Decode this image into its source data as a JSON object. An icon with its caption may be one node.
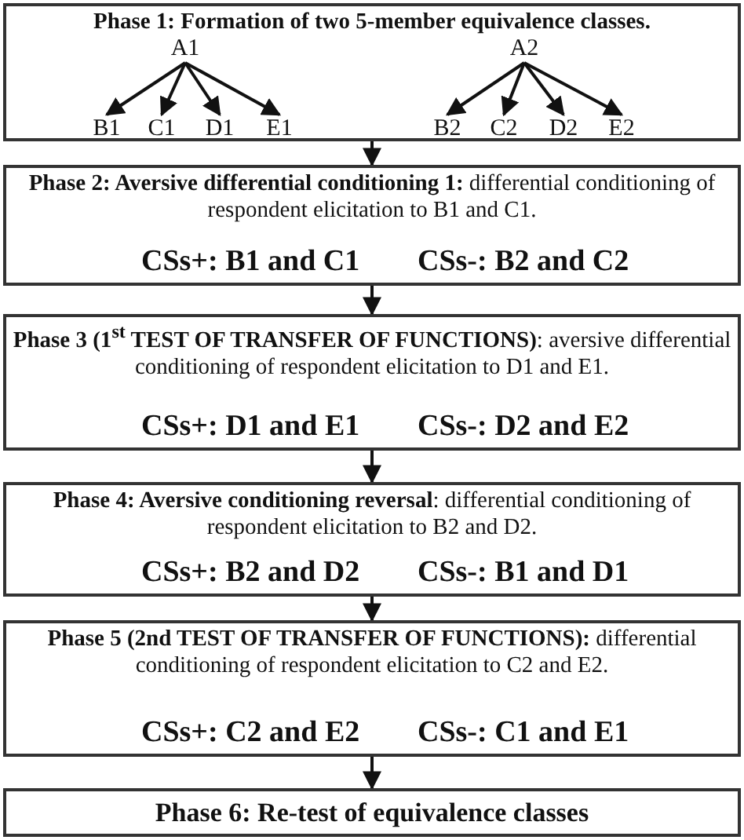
{
  "diagram": {
    "nodes": [
      {
        "text": [
          "Phase 1: Formation of two 5-member equivalence classes."
        ]
      },
      {
        "text": [
          "A1"
        ],
        "in": 0
      },
      {
        "text": [
          "B1"
        ],
        "in": 0
      },
      {
        "text": [
          "C1"
        ],
        "in": 0
      },
      {
        "text": [
          "D1"
        ],
        "in": 0
      },
      {
        "text": [
          "E1"
        ],
        "in": 0
      },
      {
        "text": [
          "A2"
        ],
        "in": 0
      },
      {
        "text": [
          "B2"
        ],
        "in": 0
      },
      {
        "text": [
          "C2"
        ],
        "in": 0
      },
      {
        "text": [
          "D2"
        ],
        "in": 0
      },
      {
        "text": [
          "E2"
        ],
        "in": 0
      },
      {
        "text": [
          "**Phase 2: Aversive differential conditioning 1:** differential conditioning of respondent elicitation to B1 and C1.",
          "CSs+: B1 and C1",
          "CSs-: B2 and C2"
        ]
      },
      {
        "text": [
          "**Phase 3 (1$^{st}$ TEST OF TRANSFER OF FUNCTIONS)**: aversive differential conditioning of respondent elicitation to D1 and E1.",
          "CSs+: D1 and E1",
          "CSs-: D2 and E2"
        ]
      },
      {
        "text": [
          "**Phase 4: Aversive conditioning reversal**: differential conditioning of respondent elicitation to B2 and D2.",
          "CSs+: B2 and D2",
          "CSs-: B1 and D1"
        ]
      },
      {
        "text": [
          "**Phase 5 (2nd TEST OF TRANSFER OF FUNCTIONS):** differential conditioning of respondent elicitation to C2 and E2.",
          "CSs+: C2 and E2",
          "CSs-: C1 and E1"
        ]
      },
      {
        "text": [
          "Phase 6: Re-test of equivalence classes"
        ]
      }
    ],
    "edges": [
      {
        "from": 1,
        "to": 2,
        "arrow": "to"
      },
      {
        "from": 1,
        "to": 3,
        "arrow": "to"
      },
      {
        "from": 1,
        "to": 4,
        "arrow": "to"
      },
      {
        "from": 1,
        "to": 5,
        "arrow": "to"
      },
      {
        "from": 6,
        "to": 7,
        "arrow": "to"
      },
      {
        "from": 6,
        "to": 8,
        "arrow": "to"
      },
      {
        "from": 6,
        "to": 9,
        "arrow": "to"
      },
      {
        "from": 6,
        "to": 10,
        "arrow": "to"
      },
      {
        "from": 0,
        "to": 11,
        "arrow": "to"
      },
      {
        "from": 11,
        "to": 12,
        "arrow": "to"
      },
      {
        "from": 12,
        "to": 13,
        "arrow": "to"
      },
      {
        "from": 13,
        "to": 14,
        "arrow": "to"
      },
      {
        "from": 14,
        "to": 15,
        "arrow": "to"
      }
    ]
  }
}
